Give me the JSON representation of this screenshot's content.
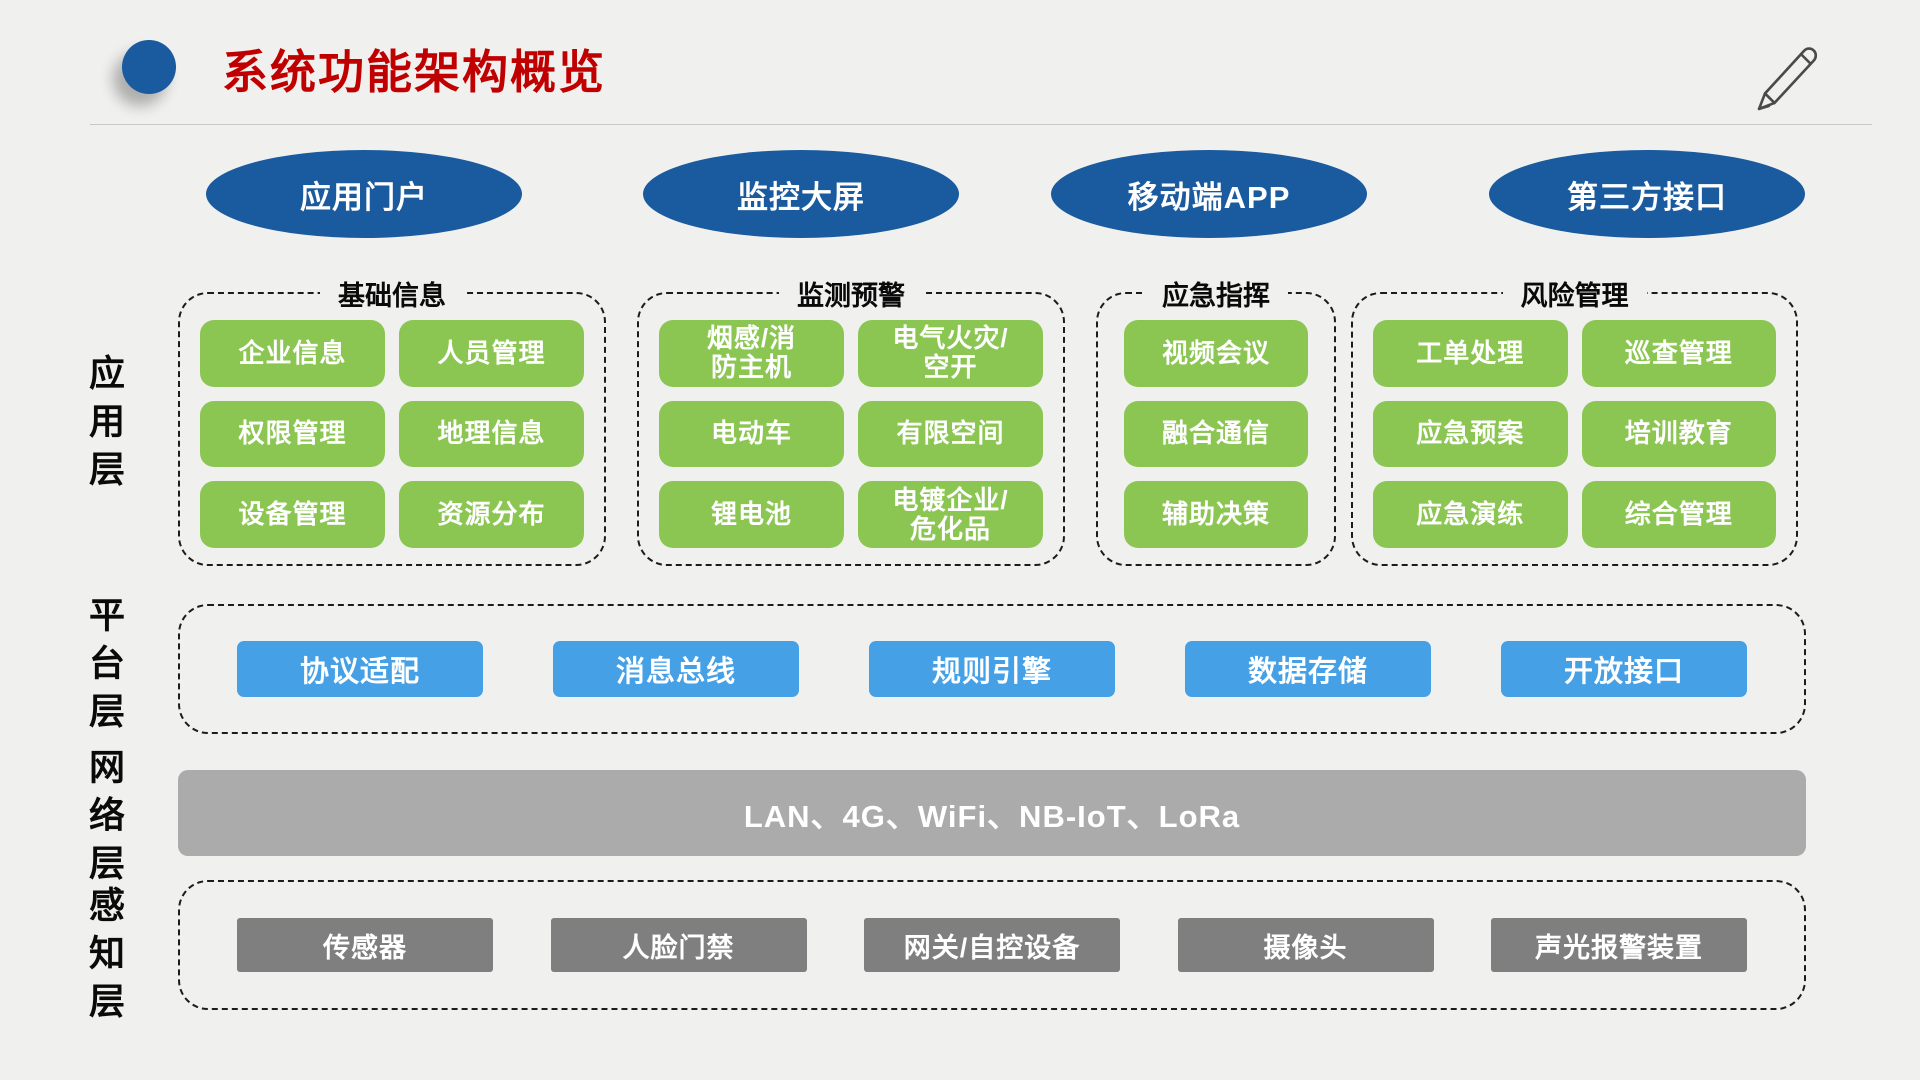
{
  "header": {
    "title": "系统功能架构概览"
  },
  "portals": [
    "应用门户",
    "监控大屏",
    "移动端APP",
    "第三方接口"
  ],
  "application_layer": {
    "label": "应用层",
    "groups": [
      {
        "title": "基础信息",
        "columns": 2,
        "items": [
          "企业信息",
          "人员管理",
          "权限管理",
          "地理信息",
          "设备管理",
          "资源分布"
        ]
      },
      {
        "title": "监测预警",
        "columns": 2,
        "items": [
          "烟感/消\n防主机",
          "电气火灾/\n空开",
          "电动车",
          "有限空间",
          "锂电池",
          "电镀企业/\n危化品"
        ]
      },
      {
        "title": "应急指挥",
        "columns": 1,
        "items": [
          "视频会议",
          "融合通信",
          "辅助决策"
        ]
      },
      {
        "title": "风险管理",
        "columns": 2,
        "items": [
          "工单处理",
          "巡查管理",
          "应急预案",
          "培训教育",
          "应急演练",
          "综合管理"
        ]
      }
    ]
  },
  "platform_layer": {
    "label": "平台层",
    "items": [
      "协议适配",
      "消息总线",
      "规则引擎",
      "数据存储",
      "开放接口"
    ]
  },
  "network_layer": {
    "label": "网络层",
    "bar_text": "LAN、4G、WiFi、NB-IoT、LoRa"
  },
  "perception_layer": {
    "label": "感知层",
    "items": [
      "传感器",
      "人脸门禁",
      "网关/自控设备",
      "摄像头",
      "声光报警装置"
    ]
  },
  "icons": {
    "title_bullet": "blue-dot-icon",
    "decoration": "pen-icon"
  },
  "colors": {
    "background": "#F0F0EF",
    "title_red": "#C00000",
    "portal_blue": "#1A5A9E",
    "module_green": "#8CC652",
    "platform_blue": "#45A0E6",
    "network_gray": "#ABABAB",
    "device_gray": "#7F7F7F"
  }
}
